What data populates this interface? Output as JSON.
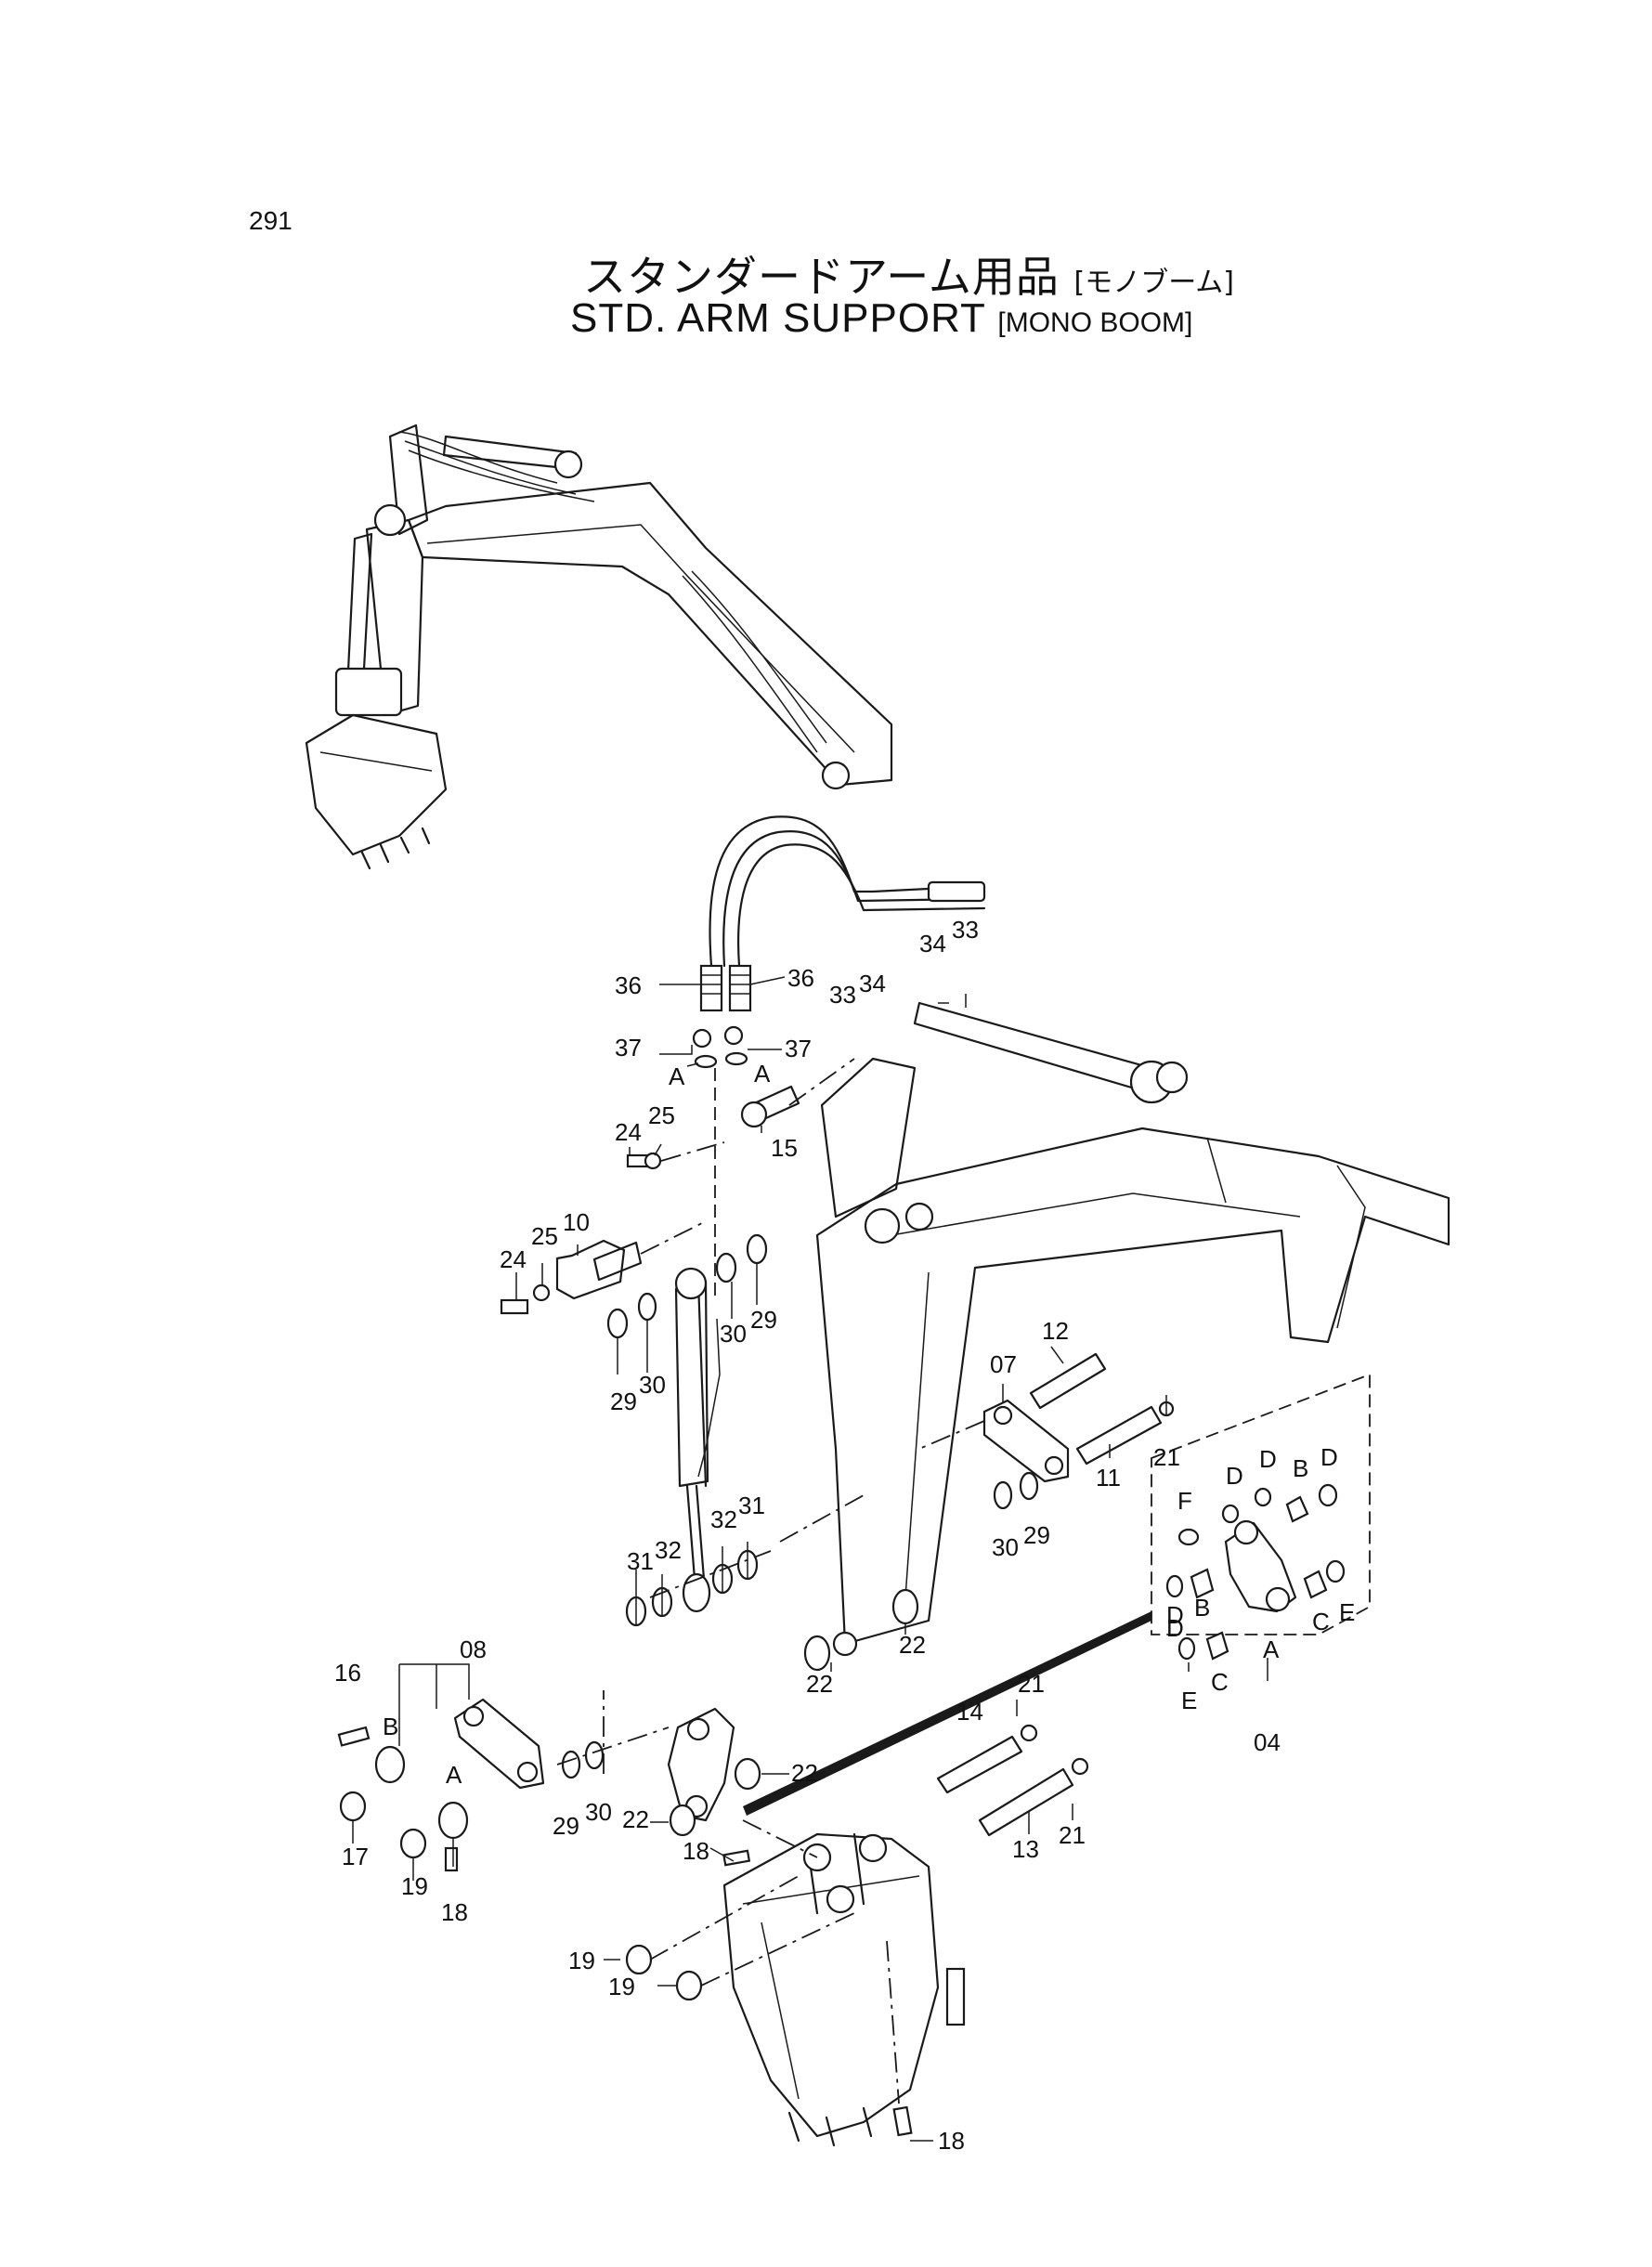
{
  "header": {
    "page_number": "291",
    "title_jp": "スタンダードアーム用品",
    "title_jp_sub": "[モノブーム]",
    "title_en": "STD. ARM SUPPORT",
    "title_en_sub": "[MONO BOOM]"
  },
  "callouts": [
    {
      "text": "36"
    },
    {
      "text": "36"
    },
    {
      "text": "34"
    },
    {
      "text": "33"
    },
    {
      "text": "33"
    },
    {
      "text": "34"
    },
    {
      "text": "37"
    },
    {
      "text": "37"
    },
    {
      "text": "A"
    },
    {
      "text": "A"
    },
    {
      "text": "24"
    },
    {
      "text": "25"
    },
    {
      "text": "15"
    },
    {
      "text": "24"
    },
    {
      "text": "25"
    },
    {
      "text": "10"
    },
    {
      "text": "30"
    },
    {
      "text": "29"
    },
    {
      "text": "29"
    },
    {
      "text": "30"
    },
    {
      "text": "12"
    },
    {
      "text": "07"
    },
    {
      "text": "21"
    },
    {
      "text": "11"
    },
    {
      "text": "D"
    },
    {
      "text": "D"
    },
    {
      "text": "B"
    },
    {
      "text": "D"
    },
    {
      "text": "F"
    },
    {
      "text": "30"
    },
    {
      "text": "29"
    },
    {
      "text": "31"
    },
    {
      "text": "32"
    },
    {
      "text": "31"
    },
    {
      "text": "32"
    },
    {
      "text": "D"
    },
    {
      "text": "B"
    },
    {
      "text": "C"
    },
    {
      "text": "E"
    },
    {
      "text": "D"
    },
    {
      "text": "E"
    },
    {
      "text": "C"
    },
    {
      "text": "A"
    },
    {
      "text": "22"
    },
    {
      "text": "22"
    },
    {
      "text": "04"
    },
    {
      "text": "16"
    },
    {
      "text": "08"
    },
    {
      "text": "B"
    },
    {
      "text": "A"
    },
    {
      "text": "29"
    },
    {
      "text": "30"
    },
    {
      "text": "22"
    },
    {
      "text": "22"
    },
    {
      "text": "14"
    },
    {
      "text": "21"
    },
    {
      "text": "17"
    },
    {
      "text": "19"
    },
    {
      "text": "18"
    },
    {
      "text": "18"
    },
    {
      "text": "13"
    },
    {
      "text": "21"
    },
    {
      "text": "19"
    },
    {
      "text": "19"
    },
    {
      "text": "18"
    }
  ]
}
